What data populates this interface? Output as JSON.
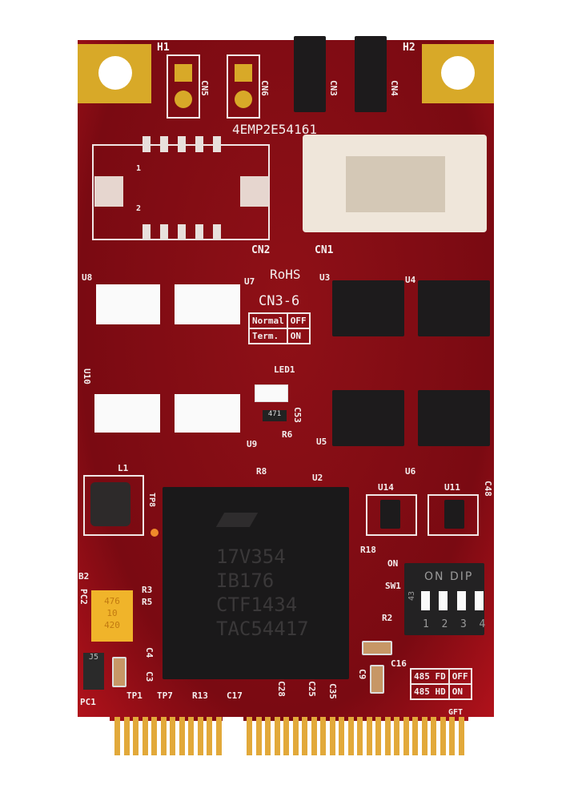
{
  "board": {
    "serial": "4EMP2E54161",
    "rohs": "RoHS",
    "labels": {
      "h1": "H1",
      "h2": "H2",
      "cn1": "CN1",
      "cn2": "CN2",
      "cn3": "CN3",
      "cn4": "CN4",
      "cn5": "CN5",
      "cn6": "CN6",
      "u2": "U2",
      "u3": "U3",
      "u4": "U4",
      "u5": "U5",
      "u6": "U6",
      "u7": "U7",
      "u8": "U8",
      "u9": "U9",
      "u10": "U10",
      "u11": "U11",
      "u14": "U14",
      "led1": "LED1",
      "c53": "C53",
      "r6": "R6",
      "r8": "R8",
      "l1": "L1",
      "tp8": "TP8",
      "c48": "C48",
      "r18": "R18",
      "on": "ON",
      "sw1": "SW1",
      "r2": "R2",
      "c16": "C16",
      "c9": "C9",
      "gft": "GFT",
      "pc1": "PC1",
      "tp1": "TP1",
      "tp7": "TP7",
      "r13": "R13",
      "c17": "C17",
      "c28": "C28",
      "c25": "C25",
      "c35": "C35",
      "b2": "B2",
      "pc2": "PC2",
      "r3": "R3",
      "r5": "R5",
      "c4": "C4",
      "c3": "C3",
      "pin1": "1",
      "pin2": "2"
    },
    "term_table": {
      "title": "CN3-6",
      "rows": [
        [
          "Normal",
          "OFF"
        ],
        [
          "Term.",
          "ON"
        ]
      ]
    },
    "mode_table": {
      "rows": [
        [
          "485 FD",
          "OFF"
        ],
        [
          "485 HD",
          "ON"
        ]
      ]
    },
    "main_chip": [
      "17V354",
      "IB176",
      "CTF1434",
      "TAC54417"
    ],
    "dip": {
      "title": "ON DIP",
      "side": "43",
      "numbers": [
        "1",
        "2",
        "3",
        "4"
      ]
    },
    "tantalum": [
      "476",
      "10",
      "420"
    ],
    "inductor_mark": "J5",
    "resistor_mark": "471"
  }
}
